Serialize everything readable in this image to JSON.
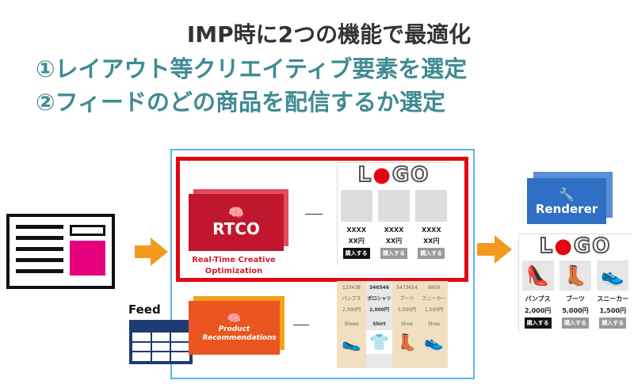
{
  "title": "IMP時に2つの機能で最適化",
  "point1": "①レイアウト等クリエイティブ要素を選定",
  "point2": "②フィードのどの商品を配信するか選定",
  "rtco": {
    "label": "RTCO",
    "caption": "Real-Time Creative Optimization"
  },
  "product_recs": {
    "label": "Product Recommendations"
  },
  "feed_label": "Feed",
  "renderer_label": "Renderer",
  "logo": {
    "pre": "L",
    "o": "●",
    "post": "GO"
  },
  "template_ad": {
    "items": [
      {
        "name": "XXXX",
        "price": "XX円"
      },
      {
        "name": "XXXX",
        "price": "XX円"
      },
      {
        "name": "XXXX",
        "price": "XX円"
      }
    ],
    "button": "購入する"
  },
  "feed_items": [
    {
      "id": "123438",
      "name": "パンプス",
      "price": "2,000円",
      "cat": "Shoes",
      "icon": "🥿"
    },
    {
      "id": "346546",
      "name": "ポロシャツ",
      "price": "2,000円",
      "cat": "Shirt",
      "icon": "👕"
    },
    {
      "id": "5473654",
      "name": "ブーツ",
      "price": "5,000円",
      "cat": "Shoe",
      "icon": "👢"
    },
    {
      "id": "9809",
      "name": "スニーカー",
      "price": "1,500円",
      "cat": "Shoe",
      "icon": "👟"
    }
  ],
  "final_ad": {
    "items": [
      {
        "name": "パンプス",
        "price": "2,000円",
        "icon": "👠"
      },
      {
        "name": "ブーツ",
        "price": "5,000円",
        "icon": "👢"
      },
      {
        "name": "スニーカー",
        "price": "1,500円",
        "icon": "👟"
      }
    ],
    "button": "購入する"
  }
}
